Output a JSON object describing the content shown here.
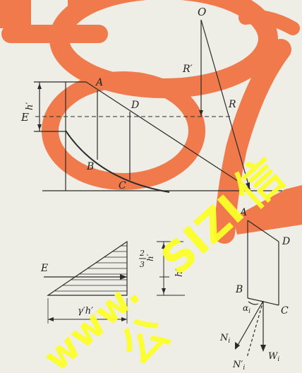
{
  "figure": {
    "labels": {
      "O": "O",
      "R_prime": "R′",
      "R": "R",
      "A": "A",
      "D": "D",
      "E": "E",
      "h_prime": "h′",
      "B": "B",
      "C": "C"
    },
    "block": {
      "A": "A",
      "D": "D",
      "B": "B",
      "C": "C",
      "alpha": "α",
      "alpha_sub": "i",
      "N": "N",
      "N_sub": "i",
      "N_prime": "N′",
      "N_prime_sub": "i",
      "W": "W",
      "W_sub": "i"
    },
    "pressure": {
      "E": "E",
      "frac_num": "2",
      "frac_den": "3",
      "frac_var": "h′",
      "h_prime": "h′",
      "base": "γ′h′"
    }
  },
  "watermark": {
    "text_1": "www.",
    "text_2": "SIZI",
    "text_3": "信",
    "text_4": "公"
  },
  "colors": {
    "line": "#2b2b2b",
    "watermark_orange": "#f07a4c",
    "watermark_yellow": "#fbff2a",
    "paper": "#eeede6"
  }
}
